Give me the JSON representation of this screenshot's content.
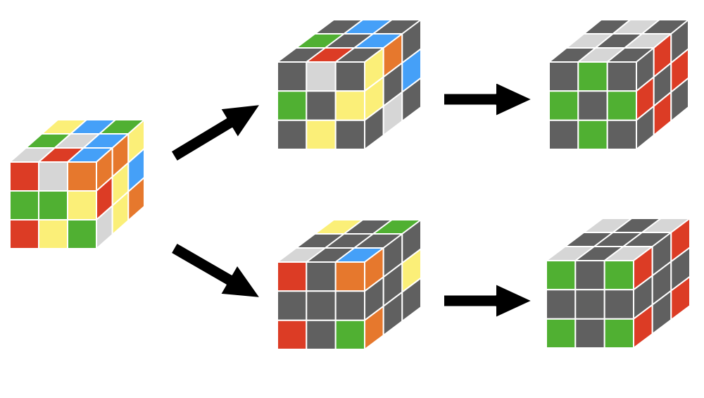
{
  "colors": {
    "R": "#dc3c25",
    "O": "#e6782d",
    "Y": "#fbef78",
    "G": "#50b032",
    "B": "#45a0f8",
    "W": "#d6d6d6",
    "K": "#606060",
    "arrow": "#000000"
  },
  "cubes": [
    {
      "id": "source-cube",
      "top": [
        [
          "Y",
          "B",
          "G"
        ],
        [
          "G",
          "W",
          "B"
        ],
        [
          "W",
          "R",
          "B"
        ]
      ],
      "front": [
        [
          "R",
          "W",
          "O"
        ],
        [
          "G",
          "G",
          "Y"
        ],
        [
          "R",
          "Y",
          "G"
        ]
      ],
      "right": [
        [
          "O",
          "O",
          "Y"
        ],
        [
          "R",
          "Y",
          "B"
        ],
        [
          "W",
          "Y",
          "O"
        ]
      ]
    },
    {
      "id": "top-middle-cube",
      "top": [
        [
          "K",
          "B",
          "K"
        ],
        [
          "G",
          "K",
          "B"
        ],
        [
          "K",
          "R",
          "K"
        ]
      ],
      "front": [
        [
          "K",
          "W",
          "K"
        ],
        [
          "G",
          "K",
          "Y"
        ],
        [
          "K",
          "Y",
          "K"
        ]
      ],
      "right": [
        [
          "Y",
          "O",
          "K"
        ],
        [
          "Y",
          "K",
          "B"
        ],
        [
          "K",
          "W",
          "K"
        ]
      ]
    },
    {
      "id": "top-right-cube",
      "top": [
        [
          "K",
          "W",
          "K"
        ],
        [
          "W",
          "K",
          "W"
        ],
        [
          "K",
          "W",
          "K"
        ]
      ],
      "front": [
        [
          "K",
          "G",
          "K"
        ],
        [
          "G",
          "K",
          "G"
        ],
        [
          "K",
          "G",
          "K"
        ]
      ],
      "right": [
        [
          "K",
          "R",
          "K"
        ],
        [
          "R",
          "K",
          "R"
        ],
        [
          "K",
          "R",
          "K"
        ]
      ]
    },
    {
      "id": "bottom-middle-cube",
      "top": [
        [
          "Y",
          "K",
          "G"
        ],
        [
          "K",
          "K",
          "K"
        ],
        [
          "W",
          "K",
          "B"
        ]
      ],
      "front": [
        [
          "R",
          "K",
          "O"
        ],
        [
          "K",
          "K",
          "K"
        ],
        [
          "R",
          "K",
          "G"
        ]
      ],
      "right": [
        [
          "O",
          "K",
          "K"
        ],
        [
          "K",
          "K",
          "Y"
        ],
        [
          "O",
          "K",
          "K"
        ]
      ]
    },
    {
      "id": "bottom-right-cube",
      "top": [
        [
          "W",
          "K",
          "W"
        ],
        [
          "K",
          "K",
          "K"
        ],
        [
          "W",
          "K",
          "W"
        ]
      ],
      "front": [
        [
          "G",
          "K",
          "G"
        ],
        [
          "K",
          "K",
          "K"
        ],
        [
          "G",
          "K",
          "G"
        ]
      ],
      "right": [
        [
          "R",
          "K",
          "R"
        ],
        [
          "K",
          "K",
          "K"
        ],
        [
          "R",
          "K",
          "R"
        ]
      ]
    }
  ]
}
